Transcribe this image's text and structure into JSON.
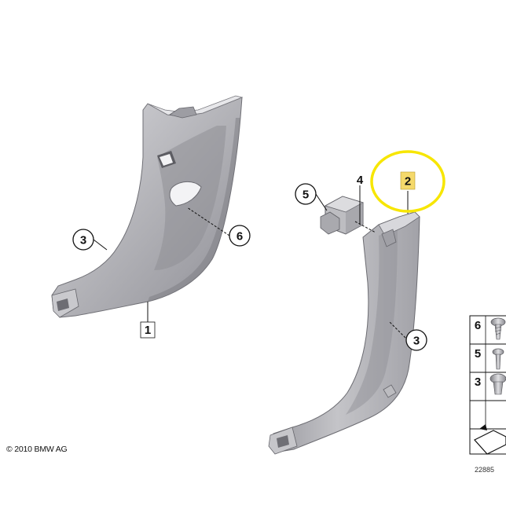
{
  "callouts": {
    "part_1": "1",
    "part_2": "2",
    "part_3_left": "3",
    "part_3_right": "3",
    "part_4": "4",
    "part_5": "5",
    "part_6": "6"
  },
  "legend": {
    "items": [
      "6",
      "5",
      "3"
    ]
  },
  "copyright": "© 2010 BMW AG",
  "drawing_number": "22885",
  "colors": {
    "part_fill": "#b8b8bc",
    "part_shadow": "#8e8e94",
    "highlight_label": "#f5d96b",
    "highlight_circle": "#f7e600"
  }
}
